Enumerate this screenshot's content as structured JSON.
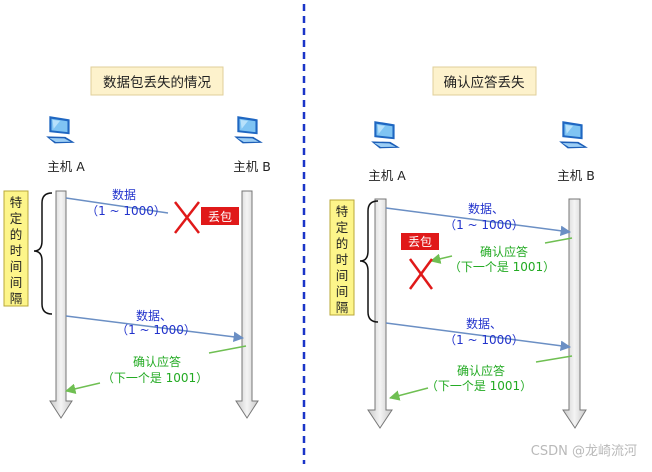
{
  "left": {
    "title": "数据包丢失的情况",
    "host_a": "主机 A",
    "host_b": "主机 B",
    "time_label": [
      "特",
      "定",
      "的",
      "时",
      "间",
      "间",
      "隔"
    ],
    "msg1": {
      "line1": "数据",
      "line2": "（1 ~ 1000）"
    },
    "loss": "丢包",
    "msg2": {
      "line1": "数据、",
      "line2": "（1 ~ 1000）"
    },
    "ack": {
      "line1": "确认应答",
      "line2": "（下一个是 1001）"
    }
  },
  "right": {
    "title": "确认应答丢失",
    "host_a": "主机 A",
    "host_b": "主机 B",
    "time_label": [
      "特",
      "定",
      "的",
      "时",
      "间",
      "间",
      "隔"
    ],
    "msg1": {
      "line1": "数据、",
      "line2": "（1 ~ 1000）"
    },
    "loss": "丢包",
    "ack1": {
      "line1": "确认应答",
      "line2": "（下一个是 1001）"
    },
    "msg2": {
      "line1": "数据、",
      "line2": "（1 ~ 1000）"
    },
    "ack2": {
      "line1": "确认应答",
      "line2": "（下一个是 1001）"
    }
  },
  "watermark": "CSDN @龙崎流河",
  "colors": {
    "data_arrow": "#6b8fc4",
    "data_text": "#2233cc",
    "ack_arrow": "#6fbf52",
    "ack_text": "#22aa22",
    "loss_fill": "#e01919",
    "title_fill": "#fdf2cc",
    "time_fill": "#fdf58a",
    "divider": "#1a35c8"
  }
}
